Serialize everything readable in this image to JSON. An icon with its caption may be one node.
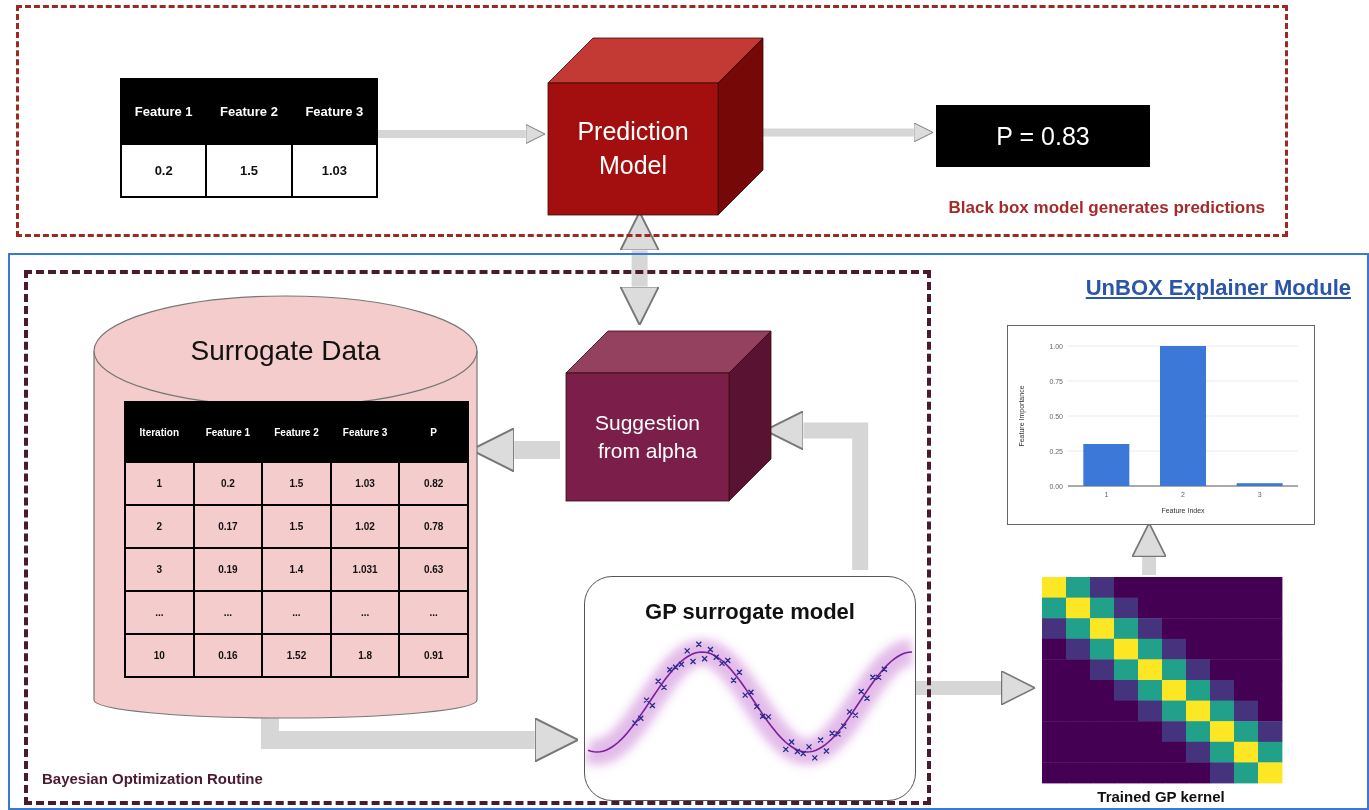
{
  "diagram": {
    "nodes": [
      {
        "text": [
          "Black box model generates predictions"
        ]
      },
      {
        "text": [
          "Feature 1",
          "Feature 2",
          "Feature 3",
          "0.2",
          "1.5",
          "1.03"
        ],
        "in": 0
      },
      {
        "text": [
          "Prediction Model"
        ],
        "in": 0
      },
      {
        "text": [
          "P = 0.83"
        ],
        "in": 0
      },
      {
        "text": [
          "UnBOX Explainer Module"
        ]
      },
      {
        "text": [
          "Bayesian Optimization Routine"
        ],
        "in": 4
      },
      {
        "text": [
          "Surrogate Data",
          "Iteration",
          "Feature 1",
          "Feature 2",
          "Feature 3",
          "P",
          "1",
          "0.2",
          "1.5",
          "1.03",
          "0.82",
          "2",
          "0.17",
          "1.5",
          "1.02",
          "0.78",
          "3",
          "0.19",
          "1.4",
          "1.031",
          "0.63",
          "...",
          "...",
          "...",
          "...",
          "...",
          "10",
          "0.16",
          "1.52",
          "1.8",
          "0.91"
        ],
        "in": 5
      },
      {
        "text": [
          "Suggestion from alpha"
        ],
        "in": 5
      },
      {
        "text": [
          "GP surrogate model"
        ],
        "in": 5
      },
      {
        "text": [
          "Trained GP kernel"
        ],
        "in": 4
      },
      {
        "text": [],
        "shape": "box",
        "in": 4
      }
    ],
    "edges": [
      {
        "from": 1,
        "to": 2,
        "arrow": "to"
      },
      {
        "from": 2,
        "to": 3,
        "arrow": "to"
      },
      {
        "from": 2,
        "to": 7,
        "arrow": "both"
      },
      {
        "from": 7,
        "to": 6,
        "arrow": "to"
      },
      {
        "from": 6,
        "to": 8,
        "arrow": "to"
      },
      {
        "from": 8,
        "to": 7,
        "arrow": "to"
      },
      {
        "from": 8,
        "to": 9,
        "arrow": "to"
      },
      {
        "from": 9,
        "to": 10,
        "arrow": "to"
      }
    ],
    "chart_data": {
      "type": "bar",
      "xlabel": "Feature Index",
      "ylabel": "Feature Importance",
      "categories": [
        "1",
        "2",
        "3"
      ],
      "series": [
        {
          "color": "#3c78d8",
          "values": [
            0.3,
            1.0,
            0.02
          ]
        }
      ],
      "ylim": [
        0,
        1
      ],
      "grid": true,
      "yticks": [
        {
          "value": 0,
          "label": "0.00"
        },
        {
          "value": 0.25,
          "label": "0.25"
        },
        {
          "value": 0.5,
          "label": "0.50"
        },
        {
          "value": 0.75,
          "label": "0.75"
        },
        {
          "value": 1,
          "label": "1.00"
        }
      ]
    }
  }
}
